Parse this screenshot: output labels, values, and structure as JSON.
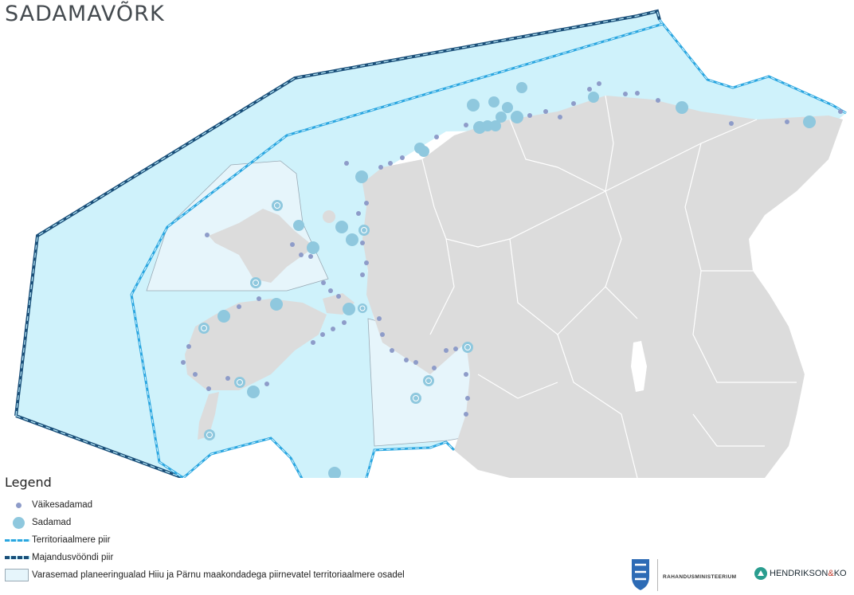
{
  "title": "SADAMAVÕRK",
  "legend": {
    "heading": "Legend",
    "items": [
      {
        "symbol": "small-dot",
        "label": "Väikesadamad"
      },
      {
        "symbol": "large-dot",
        "label": "Sadamad"
      },
      {
        "symbol": "territorial-line",
        "label": "Territoriaalmere piir"
      },
      {
        "symbol": "eez-line",
        "label": "Majandusvööndi piir"
      },
      {
        "symbol": "previous-area",
        "label": "Varasemad planeeringualad Hiiu ja Pärnu maakondadega piirnevatel territoriaalmere osadel"
      }
    ]
  },
  "colors": {
    "sea": "#cff2fb",
    "previous_area": "#e6f5fb",
    "land": "#dcdcdc",
    "county_border": "#ffffff",
    "small_harbour": "#8e9cc9",
    "harbour": "#8fc8de",
    "territorial_line": "#2aa6e0",
    "eez_line": "#1a4f79"
  },
  "logos": {
    "ministry": "RAHANDUSMINISTEERIUM",
    "consultant_main": "HENDRIKSON",
    "consultant_amp": "&",
    "consultant_tail": "KO",
    "ministry_icon": "estonian-coat-of-arms-icon",
    "consultant_icon": "hendrikson-logo-icon"
  }
}
